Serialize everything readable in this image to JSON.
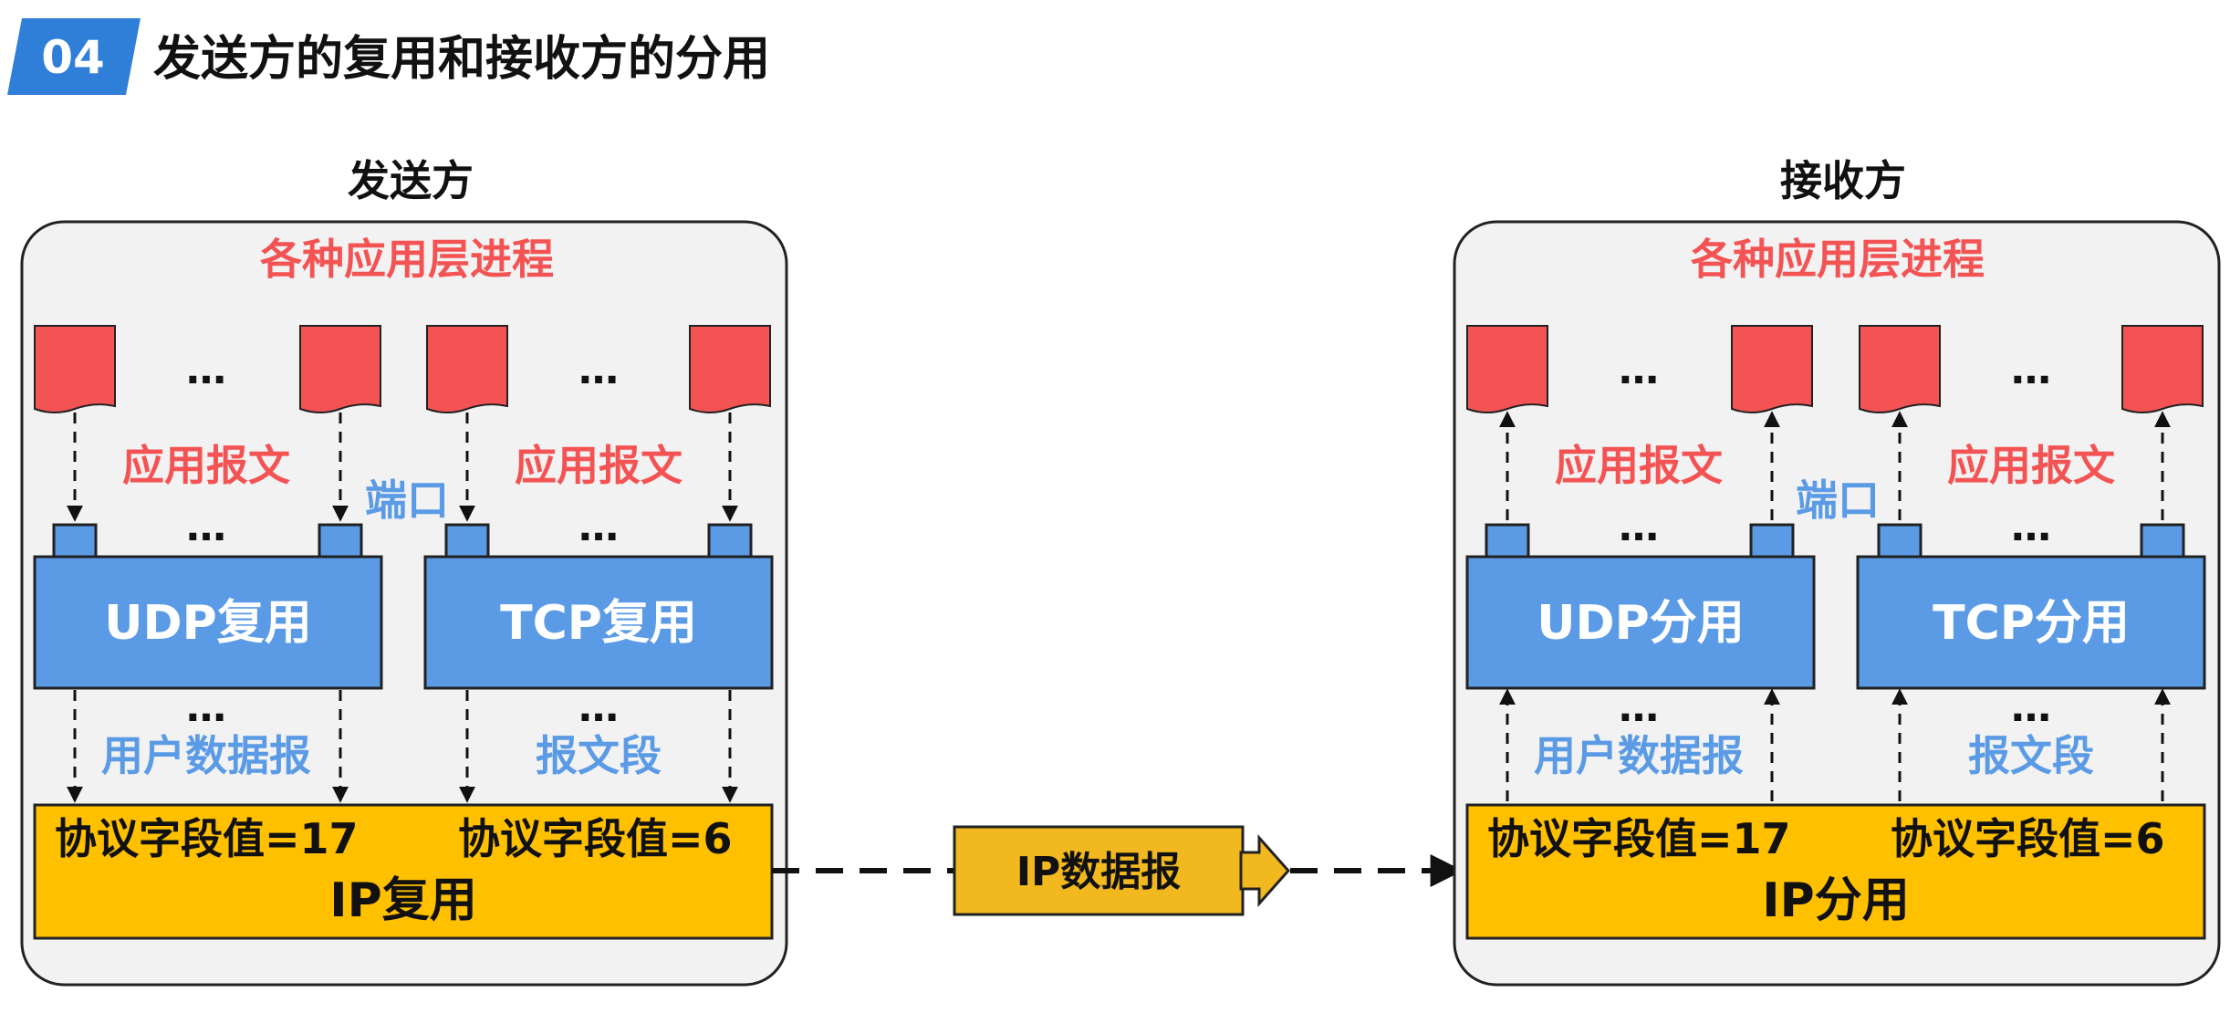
{
  "header": {
    "badge": "04",
    "title": "发送方的复用和接收方的分用"
  },
  "colors": {
    "badge_blue": "#2f7fd8",
    "app_red": "#f45354",
    "port_blue": "#5b9be6",
    "ip_yellow": "#ffc000",
    "panel_bg": "#f2f2f2"
  },
  "sender": {
    "title": "发送方",
    "app_layer_label": "各种应用层进程",
    "app_msg_label_left": "应用报文",
    "app_msg_label_right": "应用报文",
    "port_label": "端口",
    "udp_label": "UDP复用",
    "tcp_label": "TCP复用",
    "udp_unit_label": "用户数据报",
    "tcp_unit_label": "报文段",
    "ip_udp_proto": "协议字段值=17",
    "ip_tcp_proto": "协议字段值=6",
    "ip_label": "IP复用",
    "dots": "…"
  },
  "receiver": {
    "title": "接收方",
    "app_layer_label": "各种应用层进程",
    "app_msg_label_left": "应用报文",
    "app_msg_label_right": "应用报文",
    "port_label": "端口",
    "udp_label": "UDP分用",
    "tcp_label": "TCP分用",
    "udp_unit_label": "用户数据报",
    "tcp_unit_label": "报文段",
    "ip_udp_proto": "协议字段值=17",
    "ip_tcp_proto": "协议字段值=6",
    "ip_label": "IP分用",
    "dots": "…"
  },
  "transit": {
    "packet_label": "IP数据报"
  }
}
